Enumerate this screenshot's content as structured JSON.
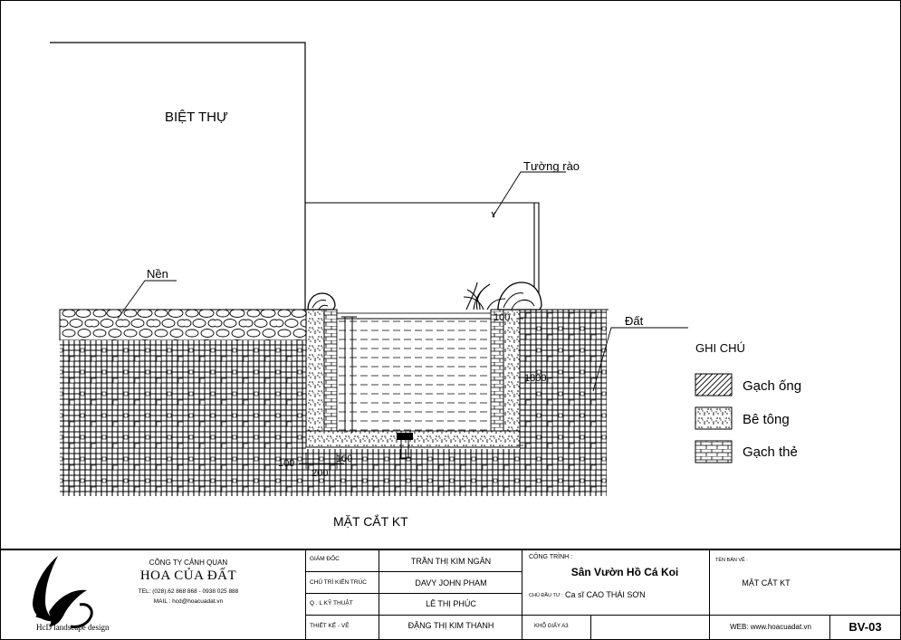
{
  "drawing": {
    "villa_label": "BIỆT THỰ",
    "fence_label": "Tường rào",
    "foundation_label": "Nền",
    "soil_label": "Đất",
    "section_title": "MẶT CẮT KT",
    "dimensions": {
      "depth": "1800",
      "top_wall": "100",
      "bottom_left": "100",
      "bottom_mid": "100",
      "base_width": "200"
    },
    "legend": {
      "title": "GHI CHÚ",
      "items": [
        {
          "label": "Gạch ống",
          "pattern": "hatch-diagonal"
        },
        {
          "label": "Bê tông",
          "pattern": "concrete-dots"
        },
        {
          "label": "Gạch thẻ",
          "pattern": "brick"
        }
      ]
    }
  },
  "title_block": {
    "company_line1": "CÔNG TY  CẢNH QUAN",
    "company_name": "HOA CỦA ĐẤT",
    "company_tel": "TEL: (028).62 868 868 - 0938 025 888",
    "company_mail": "MAIL : hcd@hoacuadat.vn",
    "logo_caption": "HcD landscape design",
    "roles": [
      {
        "role": "GIÁM ĐỐC",
        "name": "TRẦN THỊ KIM NGÂN"
      },
      {
        "role": "CHỦ TRÌ KIẾN TRÚC",
        "name": "DAVY JOHN PHAM"
      },
      {
        "role": "Q . L  KỸ THUẬT",
        "name": "LÊ THỊ PHÚC"
      },
      {
        "role": "THIẾT KẾ - VẼ",
        "name": "ĐẶNG THỊ KIM THANH"
      }
    ],
    "project_label": "CÔNG TRÌNH :",
    "project_name": "Sân Vườn Hồ Cá Koi",
    "owner_label": "CHỦ ĐẦU TƯ :",
    "owner_name": "Ca sĩ CAO THÁI SƠN",
    "paper_size": "KHỔ GIẤY A3",
    "sheet_title_label": "TÊN BẢN VẼ :",
    "sheet_title": "MẶT CẮT KT",
    "web": "WEB: www.hoacuadat.vn",
    "sheet_number": "BV-03"
  }
}
